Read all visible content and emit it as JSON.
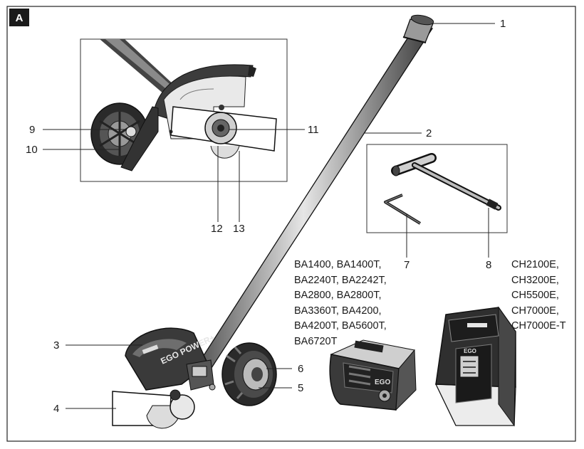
{
  "figure_tag": "A",
  "callouts": [
    "1",
    "2",
    "3",
    "4",
    "5",
    "6",
    "7",
    "8",
    "9",
    "10",
    "11",
    "12",
    "13"
  ],
  "battery_models": [
    "BA1400, BA1400T,",
    "BA2240T, BA2242T,",
    "BA2800, BA2800T,",
    "BA3360T, BA4200,",
    "BA4200T, BA5600T,",
    "BA6720T"
  ],
  "charger_models": [
    "CH2100E,",
    "CH3200E,",
    "CH5500E,",
    "CH7000E,",
    "CH7000E-T"
  ],
  "brand_marks": {
    "edger_guard": "EGO POWER+",
    "battery": "EGO",
    "charger": "EGO"
  }
}
